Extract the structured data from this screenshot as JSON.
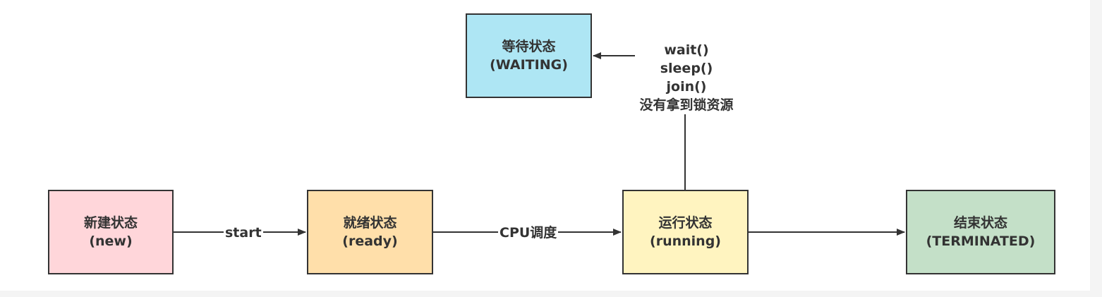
{
  "nodes": {
    "new": {
      "line1": "新建状态",
      "line2": "(new)",
      "fill": "#ffd6da"
    },
    "ready": {
      "line1": "就绪状态",
      "line2": "(ready)",
      "fill": "#ffdfaa"
    },
    "running": {
      "line1": "运行状态",
      "line2": "(running)",
      "fill": "#fff4c0"
    },
    "terminated": {
      "line1": "结束状态",
      "line2": "(TERMINATED)",
      "fill": "#c4e0c8"
    },
    "waiting": {
      "line1": "等待状态",
      "line2": "(WAITING)",
      "fill": "#aee6f4"
    }
  },
  "edges": {
    "new_to_ready": {
      "label": "start"
    },
    "ready_to_running": {
      "label": "CPU调度"
    },
    "running_to_terminated": {
      "label": ""
    },
    "running_to_waiting": {
      "labels": [
        "wait()",
        "sleep()",
        "join()",
        "没有拿到锁资源"
      ]
    }
  },
  "colors": {
    "stroke": "#333333",
    "text": "#333333"
  }
}
